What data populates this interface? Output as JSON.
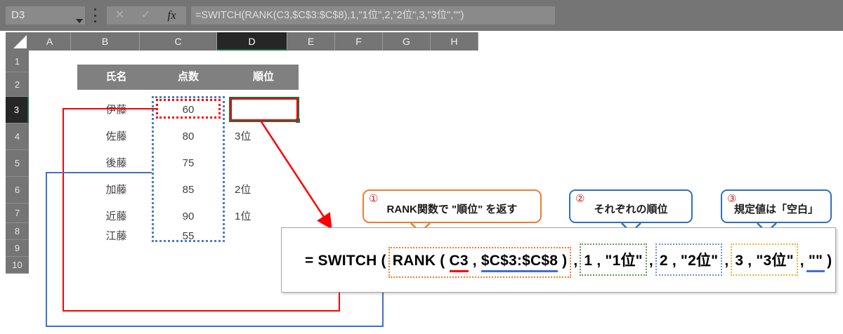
{
  "app": {
    "name_box_value": "D3",
    "formula_bar_value": "=SWITCH(RANK(C3,$C$3:$C$8),1,\"1位\",2,\"2位\",3,\"3位\",\"\")",
    "cancel_icon": "✕",
    "confirm_icon": "✓",
    "function_icon": "fx"
  },
  "grid": {
    "columns": [
      "A",
      "B",
      "C",
      "D",
      "E",
      "F",
      "G",
      "H"
    ],
    "active_column": "D",
    "rows": [
      "1",
      "2",
      "3",
      "4",
      "5",
      "6",
      "7",
      "8",
      "9",
      "10"
    ],
    "active_row": "3"
  },
  "table": {
    "headers": [
      "氏名",
      "点数",
      "順位"
    ],
    "rows": [
      {
        "name": "伊藤",
        "score": "60",
        "rank": ""
      },
      {
        "name": "佐藤",
        "score": "80",
        "rank": "3位"
      },
      {
        "name": "後藤",
        "score": "75",
        "rank": ""
      },
      {
        "name": "加藤",
        "score": "85",
        "rank": "2位"
      },
      {
        "name": "近藤",
        "score": "90",
        "rank": "1位"
      },
      {
        "name": "江藤",
        "score": "55",
        "rank": ""
      }
    ]
  },
  "callouts": [
    {
      "number": "①",
      "text": "RANK関数で \"順位\" を返す",
      "color": "#ed7d31"
    },
    {
      "number": "②",
      "text": "それぞれの順位",
      "color": "#2f6fc0"
    },
    {
      "number": "③",
      "text": "規定値は「空白」",
      "color": "#2f6fc0"
    }
  ],
  "formula_display": {
    "prefix": "= SWITCH (",
    "rank_fn": "RANK (",
    "arg_cell": "C3",
    "comma1": ",",
    "arg_range": "$C$3:$C$8",
    "rank_close": ")",
    "comma2": ",",
    "case1_num": "1",
    "case1_comma": ",",
    "case1_val": "\"1位\"",
    "comma3": ",",
    "case2_num": "2",
    "case2_comma": ",",
    "case2_val": "\"2位\"",
    "comma4": ",",
    "case3_num": "3",
    "case3_comma": ",",
    "case3_val": "\"3位\"",
    "comma5": ",",
    "default_val": "\"\"",
    "suffix": ")"
  },
  "colors": {
    "selection_green": "#1d7044",
    "highlight_red": "#ff0000",
    "range_blue": "#4a7ebb",
    "callout_orange": "#ed7d31",
    "callout_blue": "#2f6fc0",
    "header_gray": "#808080"
  }
}
